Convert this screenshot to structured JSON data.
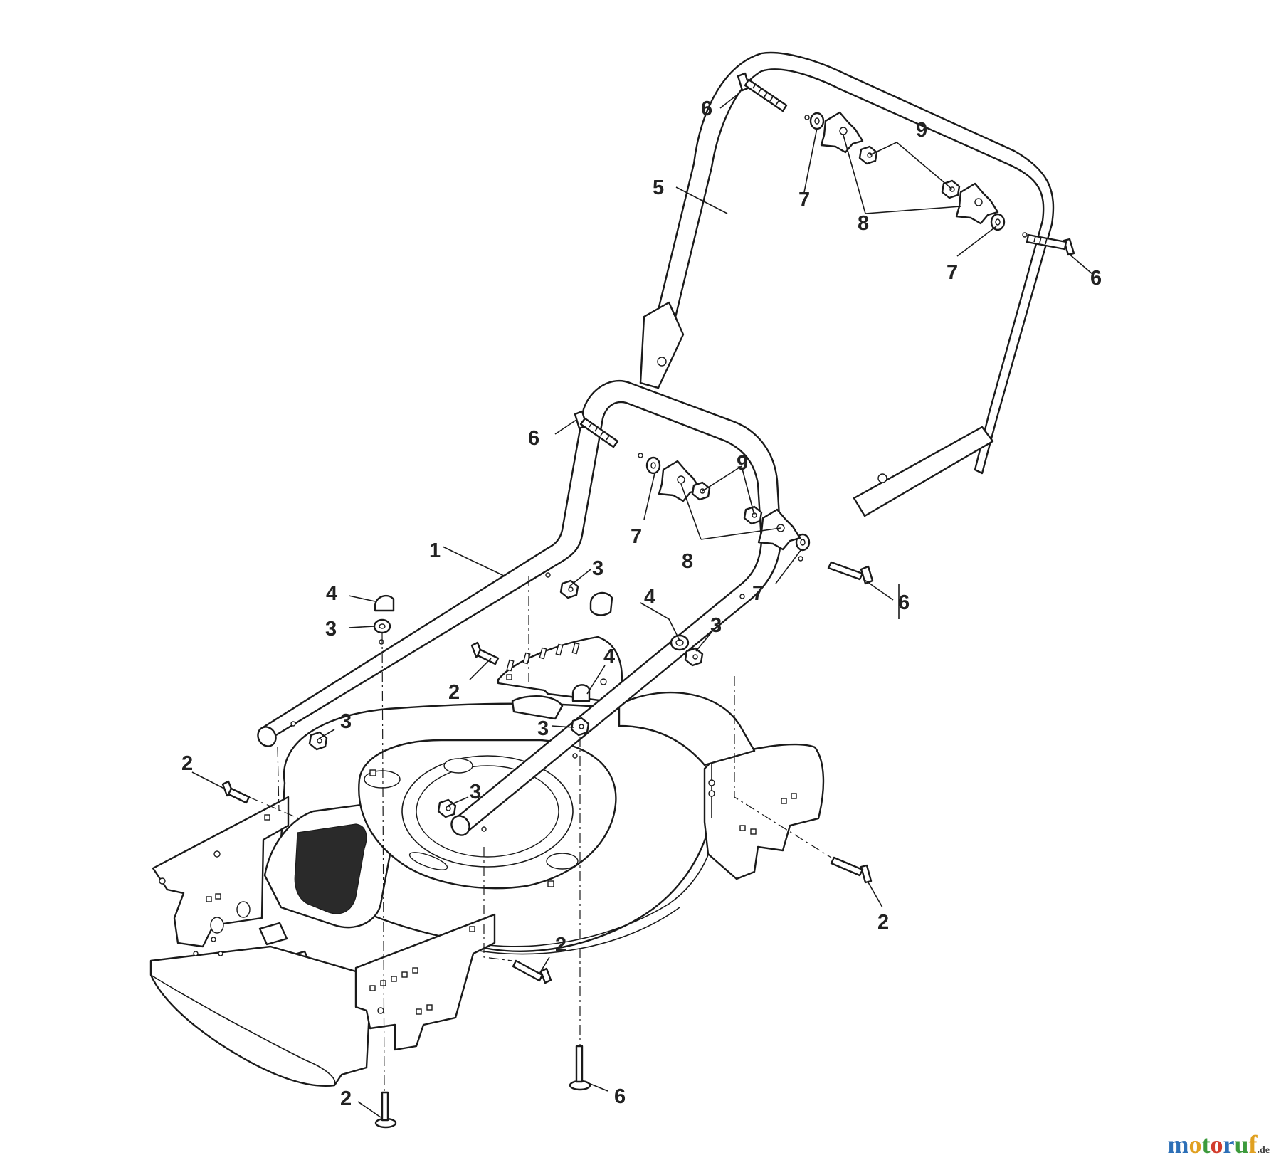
{
  "brand": {
    "letters": [
      {
        "ch": "m",
        "color": "#2c6fb7"
      },
      {
        "ch": "o",
        "color": "#e0a020"
      },
      {
        "ch": "t",
        "color": "#3c9a3c"
      },
      {
        "ch": "o",
        "color": "#d23c2c"
      },
      {
        "ch": "r",
        "color": "#2c6fb7"
      },
      {
        "ch": "u",
        "color": "#3c9a3c"
      },
      {
        "ch": "f",
        "color": "#e0a020"
      }
    ],
    "suffix": ".de"
  },
  "callouts": [
    {
      "id": "c-6a",
      "label": "6"
    },
    {
      "id": "c-9a",
      "label": "9"
    },
    {
      "id": "c-5",
      "label": "5"
    },
    {
      "id": "c-7a",
      "label": "7"
    },
    {
      "id": "c-8a",
      "label": "8"
    },
    {
      "id": "c-7b",
      "label": "7"
    },
    {
      "id": "c-6b",
      "label": "6"
    },
    {
      "id": "c-6c",
      "label": "6"
    },
    {
      "id": "c-9b",
      "label": "9"
    },
    {
      "id": "c-1",
      "label": "1"
    },
    {
      "id": "c-3a",
      "label": "3"
    },
    {
      "id": "c-7c",
      "label": "7"
    },
    {
      "id": "c-8b",
      "label": "8"
    },
    {
      "id": "c-7d",
      "label": "7"
    },
    {
      "id": "c-4a",
      "label": "4"
    },
    {
      "id": "c-4b",
      "label": "4"
    },
    {
      "id": "c-6d",
      "label": "6"
    },
    {
      "id": "c-3b",
      "label": "3"
    },
    {
      "id": "c-3c",
      "label": "3"
    },
    {
      "id": "c-4c",
      "label": "4"
    },
    {
      "id": "c-2a",
      "label": "2"
    },
    {
      "id": "c-3d",
      "label": "3"
    },
    {
      "id": "c-3e",
      "label": "3"
    },
    {
      "id": "c-2b",
      "label": "2"
    },
    {
      "id": "c-3f",
      "label": "3"
    },
    {
      "id": "c-2c",
      "label": "2"
    },
    {
      "id": "c-2d",
      "label": "2"
    },
    {
      "id": "c-6e",
      "label": "6"
    },
    {
      "id": "c-2e",
      "label": "2"
    }
  ]
}
